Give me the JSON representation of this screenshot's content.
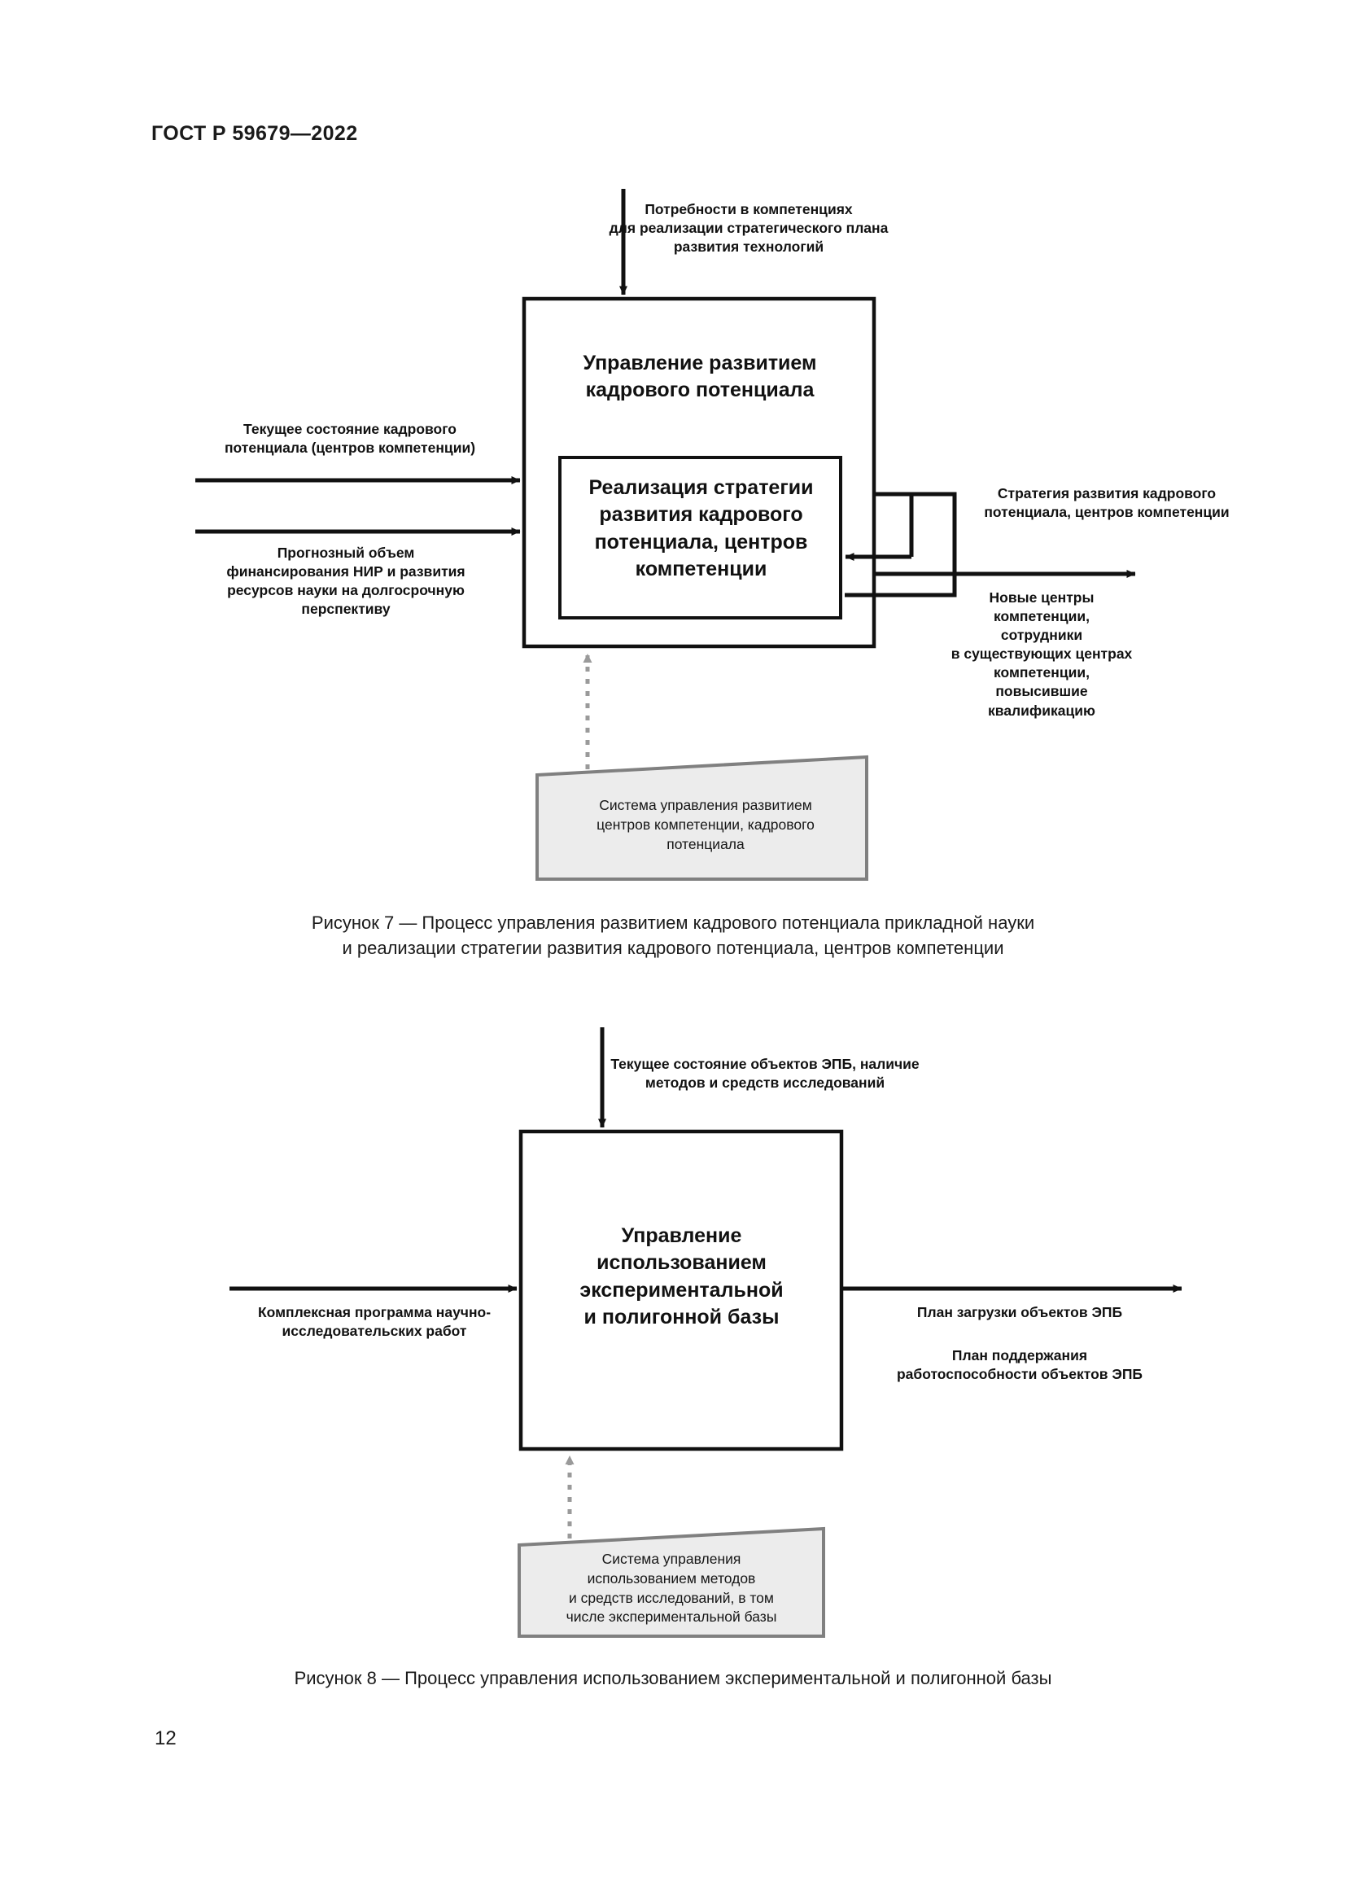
{
  "document": {
    "header": "ГОСТ Р 59679—2022",
    "page_number": "12"
  },
  "figure7": {
    "input_top": "Потребности в компетенциях\nдля реализации стратегического плана\nразвития технологий",
    "input_left_1": "Текущее состояние кадрового\nпотенциала (центров компетенции)",
    "input_left_2": "Прогнозный объем\nфинансирования НИР и развития\nресурсов науки на долгосрочную\nперспективу",
    "outer_box_title": "Управление развитием\nкадрового потенциала",
    "inner_box_title": "Реализация стратегии\nразвития кадрового\nпотенциала, центров\nкомпетенции",
    "output_right_1": "Стратегия развития кадрового\nпотенциала, центров компетенции",
    "output_right_2": "Новые центры\nкомпетенции,\nсотрудники\nв существующих центрах\nкомпетенции,\nповысившие\nквалификацию",
    "mechanism": "Система управления развитием\nцентров компетенции, кадрового\nпотенциала",
    "caption": "Рисунок 7 — Процесс управления развитием кадрового потенциала прикладной науки\nи реализации стратегии развития кадрового потенциала, центров компетенции"
  },
  "figure8": {
    "input_top": "Текущее состояние объектов ЭПБ, наличие\nметодов и средств исследований",
    "input_left": "Комплексная программа научно-\nисследовательских работ",
    "box_title": "Управление\nиспользованием\nэкспериментальной\nи полигонной базы",
    "output_right_1": "План загрузки объектов ЭПБ",
    "output_right_2": "План поддержания\nработоспособности объектов ЭПБ",
    "mechanism": "Система управления\nиспользованием методов\nи средств исследований, в том\nчисле экспериментальной базы",
    "caption": "Рисунок 8 — Процесс управления использованием экспериментальной и полигонной базы"
  },
  "colors": {
    "line": "#111111",
    "trapezoid_fill": "#ececec",
    "trapezoid_stroke": "#808080",
    "dotted_arrow": "#9a9a9a",
    "text": "#1a1a1a"
  }
}
